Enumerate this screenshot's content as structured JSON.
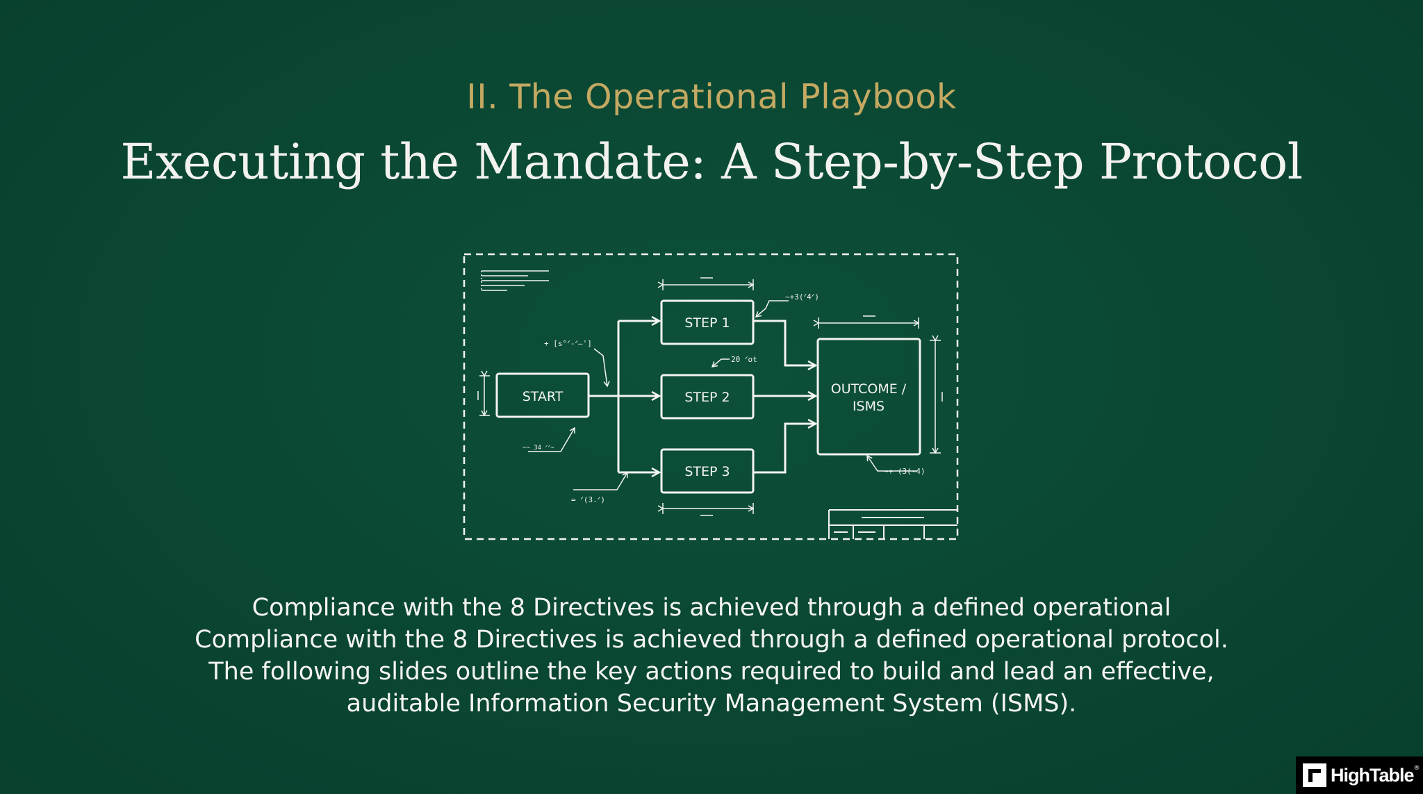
{
  "slide": {
    "section_label": "II. The Operational Playbook",
    "title": "Executing the Mandate: A Step-by-Step Protocol",
    "body_lines": [
      "Compliance with the 8 Directives is achieved through a defined operational",
      "Compliance with the 8 Directives is achieved through a defined operational protocol.",
      "The following slides outline the key actions required to build and lead an effective,",
      "auditable Information Security Management System (ISMS)."
    ]
  },
  "diagram": {
    "nodes": {
      "start": "START",
      "step1": "STEP 1",
      "step2": "STEP 2",
      "step3": "STEP 3",
      "outcome_line1": "OUTCOME /",
      "outcome_line2": "ISMS"
    },
    "annotations": {
      "a1": "+ [s°ᐟ-ᐟ—']",
      "a2": "~+3(ᐟ4ᐟ)",
      "a3": "20 ᐟot",
      "a4": "~~ 34 ᐟᐟ~",
      "a5": "= ᐟ(3.ᐟ)",
      "a6": "~+ (3(-4)"
    }
  },
  "branding": {
    "logo_text": "HighTable",
    "logo_reg": "®"
  },
  "colors": {
    "background": "#0b4a35",
    "accent_gold": "#c4a962",
    "text": "#f2f2ee",
    "line": "#f4f4f0"
  }
}
